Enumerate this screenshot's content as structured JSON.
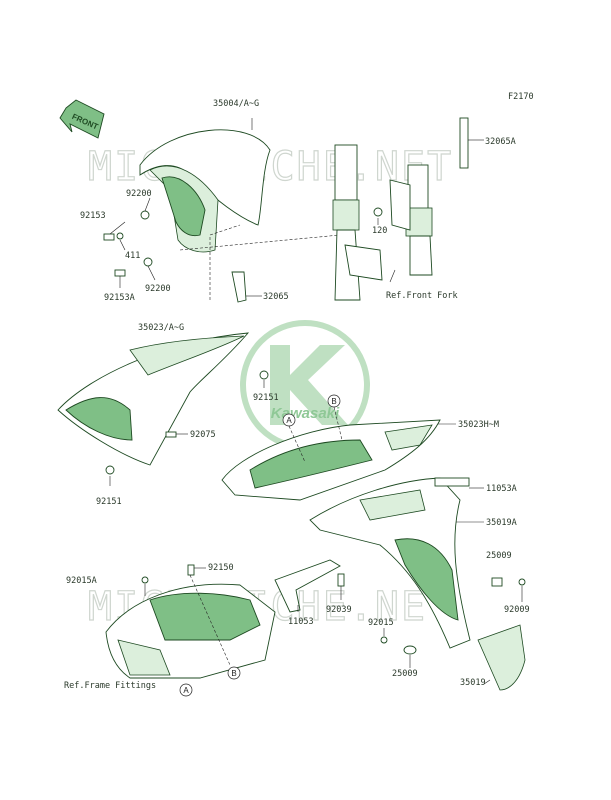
{
  "figure_code": "F2170",
  "watermark_text": "MICROFICHE.NET",
  "logo_text": "Kawasaki",
  "direction_label": "FRONT",
  "reference_labels": {
    "front_fork": "Ref.Front Fork",
    "frame_fittings": "Ref.Frame Fittings"
  },
  "callouts": {
    "c35004": "35004/A~G",
    "c32065A": "32065A",
    "c92200a": "92200",
    "c92153": "92153",
    "c411": "411",
    "c92200b": "92200",
    "c92153A": "92153A",
    "c120": "120",
    "c32065": "32065",
    "c35023": "35023/A~G",
    "c92151a": "92151",
    "c92075": "92075",
    "c92151b": "92151",
    "c35023H": "35023H~M",
    "c11053A": "11053A",
    "c35019A": "35019A",
    "c92015A": "92015A",
    "c92150": "92150",
    "c25009a": "25009",
    "c92009": "92009",
    "c92039": "92039",
    "c11053": "11053",
    "c92015": "92015",
    "c25009b": "25009",
    "c35019": "35019"
  },
  "markers": {
    "A": "A",
    "B": "B"
  }
}
